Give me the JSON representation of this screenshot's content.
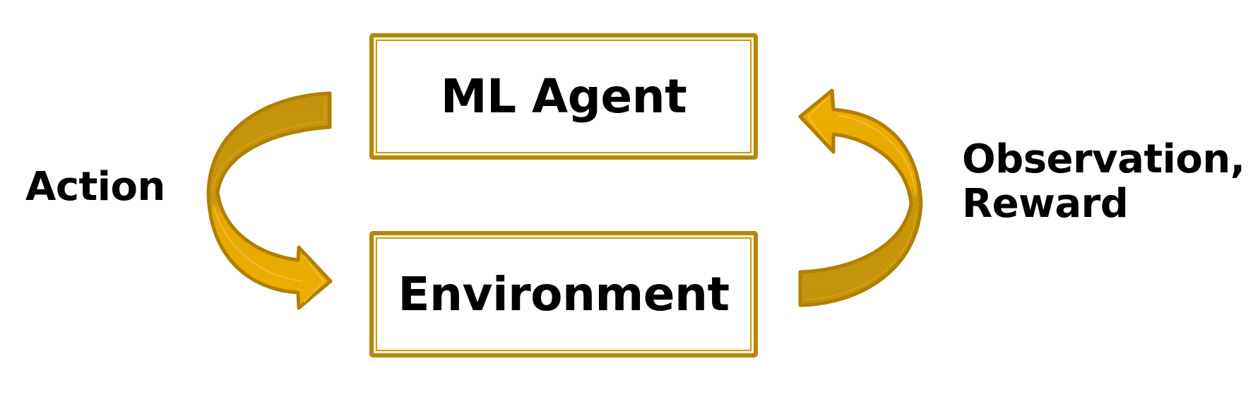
{
  "diagram": {
    "type": "reinforcement-learning-loop",
    "nodes": [
      {
        "id": "agent",
        "label": "ML Agent"
      },
      {
        "id": "environment",
        "label": "Environment"
      }
    ],
    "edges": [
      {
        "from": "agent",
        "to": "environment",
        "label": "Action",
        "side": "left"
      },
      {
        "from": "environment",
        "to": "agent",
        "label_lines": [
          "Observation,",
          "Reward"
        ],
        "side": "right"
      }
    ]
  },
  "colors": {
    "box_border": "#b8860b",
    "arrow_dark": "#c3920a",
    "arrow_light": "#e8a800",
    "arrow_outline": "#b07f05",
    "text": "#000000"
  }
}
